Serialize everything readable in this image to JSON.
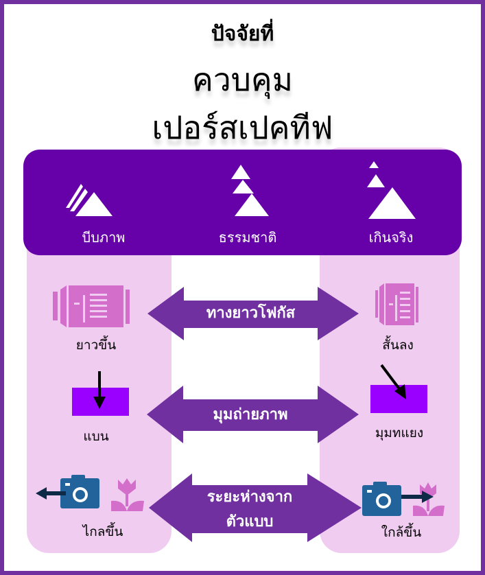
{
  "title": {
    "line1": "ปัจจัยที่",
    "line2": "ควบคุม",
    "line3": "เปอร์สเปคทีฟ"
  },
  "perspective_types": [
    {
      "label": "บีบภาพ",
      "icon": "compressed-triangles-icon"
    },
    {
      "label": "ธรรมชาติ",
      "icon": "natural-triangles-icon"
    },
    {
      "label": "เกินจริง",
      "icon": "exaggerated-triangles-icon"
    }
  ],
  "factors": [
    {
      "name": "ทางยาวโฟกัส",
      "left": "ยาวขึ้น",
      "right": "สั้นลง"
    },
    {
      "name": "มุมถ่ายภาพ",
      "left": "แบน",
      "right": "มุมทแยง"
    },
    {
      "name_line1": "ระยะห่างจาก",
      "name_line2": "ตัวแบบ",
      "left": "ไกลขึ้น",
      "right": "ใกล้ขึ้น"
    }
  ],
  "colors": {
    "border": "#7030a0",
    "banner": "#6600a8",
    "panel": "#f0cdf0",
    "arrow": "#7030a0",
    "lens": "#d46ecb",
    "subject": "#9900ff",
    "camera": "#22639b"
  }
}
